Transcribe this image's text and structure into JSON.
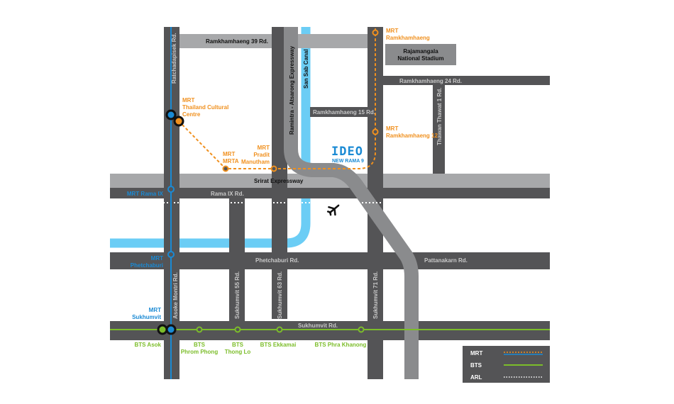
{
  "colors": {
    "dark_road": "#545456",
    "light_road": "#a7a8aa",
    "expressway": "#8a8b8d",
    "canal": "#6bcdf5",
    "mrt_orange": "#f0901e",
    "mrt_blue": "#1a8ad4",
    "bts": "#7cbd2a",
    "arl": "#ffffff"
  },
  "roads": {
    "ratchadapisek": "Ratchadapisek Rd.",
    "ramkhamhaeng39": "Ramkhamhaeng 39 Rd.",
    "ramintra": "Ramintra - Atsarong Expressway",
    "san_sab": "San Sab Canal",
    "ramkhamhaeng15": "Ramkhamhaeng 15 Rd.",
    "ramkhamhaeng24": "Ramkhamhaeng 24 Rd.",
    "thawan": "Thawan Thawat 1 Rd.",
    "stadium": [
      "Rajamangala",
      "National Stadium"
    ],
    "srirat": "Srirat Expressway",
    "rama9": "Rama IX Rd.",
    "phetchaburi": "Phetchaburi Rd.",
    "pattanakarn": "Pattanakarn Rd.",
    "asoke": "Asoke Montri Rd.",
    "suk55": "Sukhumvit 55 Rd.",
    "suk63": "Sukhumvit 63 Rd.",
    "suk71": "Sukhumvit 71 Rd.",
    "sukhumvit": "Sukhumvit Rd."
  },
  "stations": {
    "mrt_ram": [
      "MRT",
      "Ramkhamhaeng"
    ],
    "mrt_ram12": [
      "MRT",
      "Ramkhamhaeng 12"
    ],
    "mrt_tcc": [
      "MRT",
      "Thailand Cultural",
      "Centre"
    ],
    "mrt_mrta": [
      "MRT",
      "MRTA"
    ],
    "mrt_pradit": [
      "MRT",
      "Pradit",
      "Manutham"
    ],
    "mrt_rama9": "MRT Rama IX",
    "mrt_phet": [
      "MRT",
      "Phetchaburi"
    ],
    "mrt_suk": [
      "MRT",
      "Sukhumvit"
    ],
    "bts_asok": "BTS Asok",
    "bts_phrom": [
      "BTS",
      "Phrom Phong"
    ],
    "bts_thong": [
      "BTS",
      "Thong Lo"
    ],
    "bts_ekkamai": "BTS Ekkamai",
    "bts_phra": "BTS Phra Khanong"
  },
  "brand": {
    "logo": "IDEO",
    "subtitle": "NEW RAMA 9"
  },
  "icons": {
    "airport": "airplane-icon"
  },
  "legend": {
    "items": [
      {
        "label": "MRT"
      },
      {
        "label": "BTS"
      },
      {
        "label": "ARL"
      }
    ]
  }
}
